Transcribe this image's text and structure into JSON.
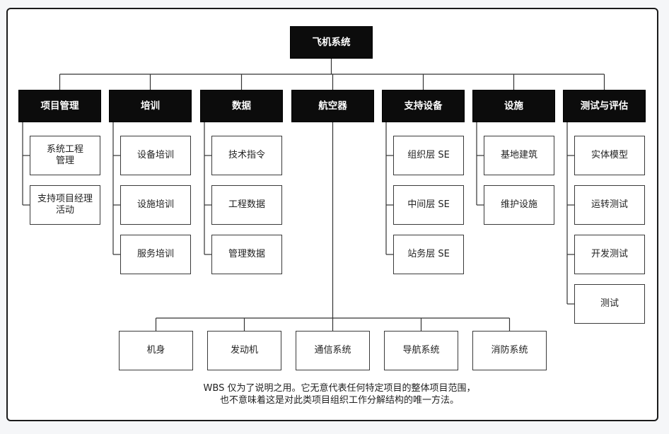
{
  "root": "飞机系统",
  "categories": [
    {
      "label": "项目管理",
      "items": [
        "系统工程\n管理",
        "支持项目经理\n活动"
      ]
    },
    {
      "label": "培训",
      "items": [
        "设备培训",
        "设施培训",
        "服务培训"
      ]
    },
    {
      "label": "数据",
      "items": [
        "技术指令",
        "工程数据",
        "管理数据"
      ]
    },
    {
      "label": "航空器",
      "items": []
    },
    {
      "label": "支持设备",
      "items": [
        "组织层 SE",
        "中间层 SE",
        "站务层 SE"
      ]
    },
    {
      "label": "设施",
      "items": [
        "基地建筑",
        "维护设施"
      ]
    },
    {
      "label": "测试与评估",
      "items": [
        "实体模型",
        "运转测试",
        "开发测试",
        "测试"
      ]
    }
  ],
  "aircraft_children": [
    "机身",
    "发动机",
    "通信系统",
    "导航系统",
    "消防系统"
  ],
  "note": {
    "line1": "WBS 仅为了说明之用。它无意代表任何特定项目的整体项目范围，",
    "line2": "也不意味着这是对此类项目组织工作分解结构的唯一方法。"
  }
}
